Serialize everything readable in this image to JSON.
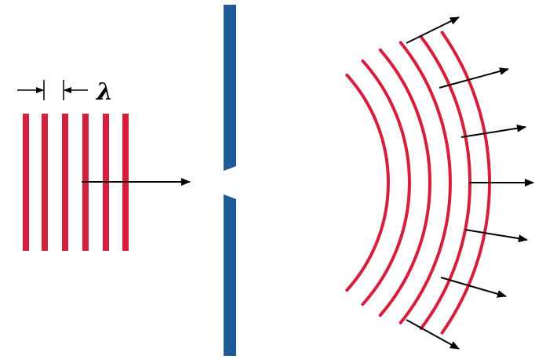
{
  "labels": {
    "wavelength_symbol": "λ"
  },
  "colors": {
    "wave": "#d41f3d",
    "barrier": "#1e5a96",
    "arrow": "#000000",
    "background": "#ffffff"
  },
  "diagram": {
    "incident_wavefront_count": 6,
    "diffracted_wavefront_count": 6,
    "outgoing_direction_arrow_count": 7
  }
}
